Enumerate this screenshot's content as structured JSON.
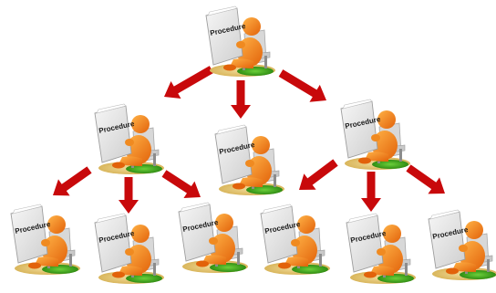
{
  "diagram": {
    "root": {
      "label": "Procedure"
    },
    "level2": [
      {
        "label": "Procedure"
      },
      {
        "label": "Procedure"
      },
      {
        "label": "Procedure"
      }
    ],
    "level3": [
      {
        "label": "Procedure"
      },
      {
        "label": "Procedure"
      },
      {
        "label": "Procedure"
      },
      {
        "label": "Procedure"
      },
      {
        "label": "Procedure"
      },
      {
        "label": "Procedure"
      }
    ],
    "colors": {
      "arrow": "#c8090b",
      "person": "#f07a10",
      "book_page": "#e6e6e6",
      "bench": "#d6d6d6",
      "grass": "#3fa51e"
    }
  }
}
